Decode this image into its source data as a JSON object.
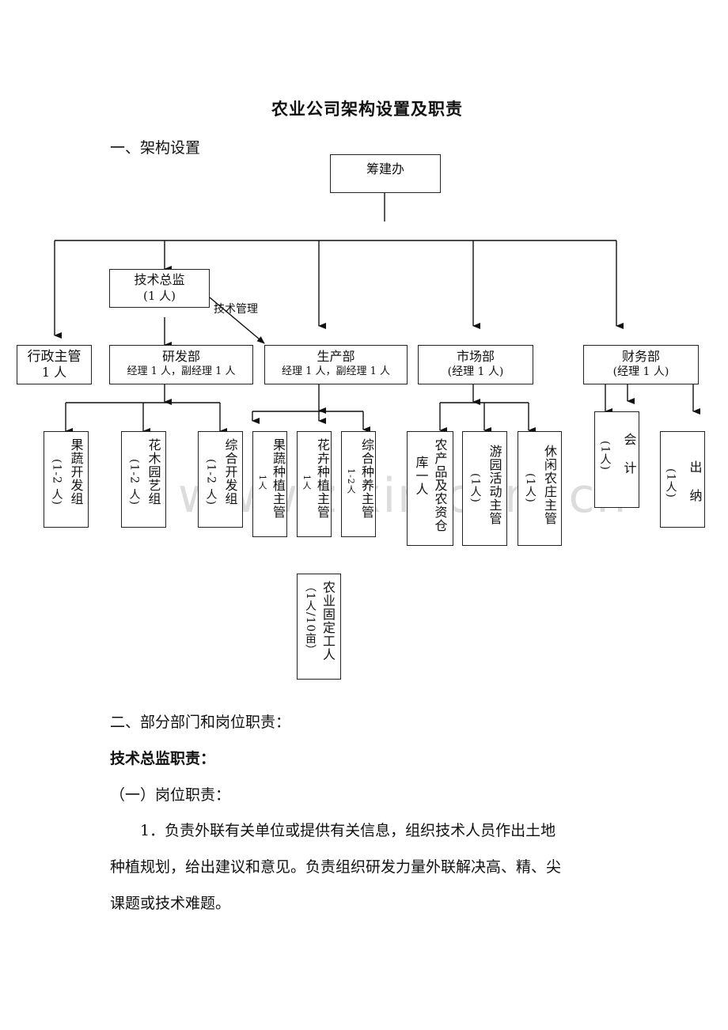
{
  "document": {
    "title": "农业公司架构设置及职责",
    "section1_heading": "一、架构设置",
    "section2_heading": "二、部分部门和岗位职责：",
    "role_heading": "技术总监职责：",
    "subsection_heading": "（一）岗位职责：",
    "paragraph1": "1．负责外联有关单位或提供有关信息，组织技术人员作出土地种植规划，给出建议和意见。负责组织研发力量外联解决高、精、尖课题或技术难题。",
    "paragraph1_lines": [
      "1．负责外联有关单位或提供有关信息，组织技术人员作出土地",
      "种植规划，给出建议和意见。负责组织研发力量外联解决高、精、尖",
      "课题或技术难题。"
    ],
    "watermark": "www.zixin.com.cn"
  },
  "org_chart": {
    "root": "筹建办",
    "tech_director": {
      "name": "技术总监",
      "count": "(1 人)"
    },
    "tech_link_label": "技术管理",
    "departments": [
      {
        "id": "admin",
        "name": "行政主管",
        "detail": "1 人"
      },
      {
        "id": "rd",
        "name": "研发部",
        "detail": "经理 1 人，副经理 1 人"
      },
      {
        "id": "production",
        "name": "生产部",
        "detail": "经理 1 人，副经理 1 人"
      },
      {
        "id": "market",
        "name": "市场部",
        "detail": "(经理 1 人)"
      },
      {
        "id": "finance",
        "name": "财务部",
        "detail": "(经理 1 人)"
      }
    ],
    "rd_units": [
      {
        "name": "果蔬开发组",
        "count": "(1-2 人)"
      },
      {
        "name": "花木园艺组",
        "count": "(1-2 人)"
      },
      {
        "name": "综合开发组",
        "count": "(1-2 人)"
      }
    ],
    "production_units": [
      {
        "name": "果蔬种植主管",
        "count": "1人"
      },
      {
        "name": "花卉种植主管",
        "count": "1人"
      },
      {
        "name": "综合种养主管",
        "count": "1-2人"
      }
    ],
    "production_workers": {
      "name": "农业固定工人",
      "count": "（1人/10亩）"
    },
    "market_units": [
      {
        "name": "农产品及农资仓",
        "count": "库一人"
      },
      {
        "name": "游园活动主管",
        "count": "(1人)"
      },
      {
        "name": "休闲农庄主管",
        "count": "(1人)"
      }
    ],
    "finance_units": [
      {
        "name": "会　计",
        "count": "(1人)"
      },
      {
        "name": "出　纳",
        "count": "(1人)"
      }
    ]
  }
}
